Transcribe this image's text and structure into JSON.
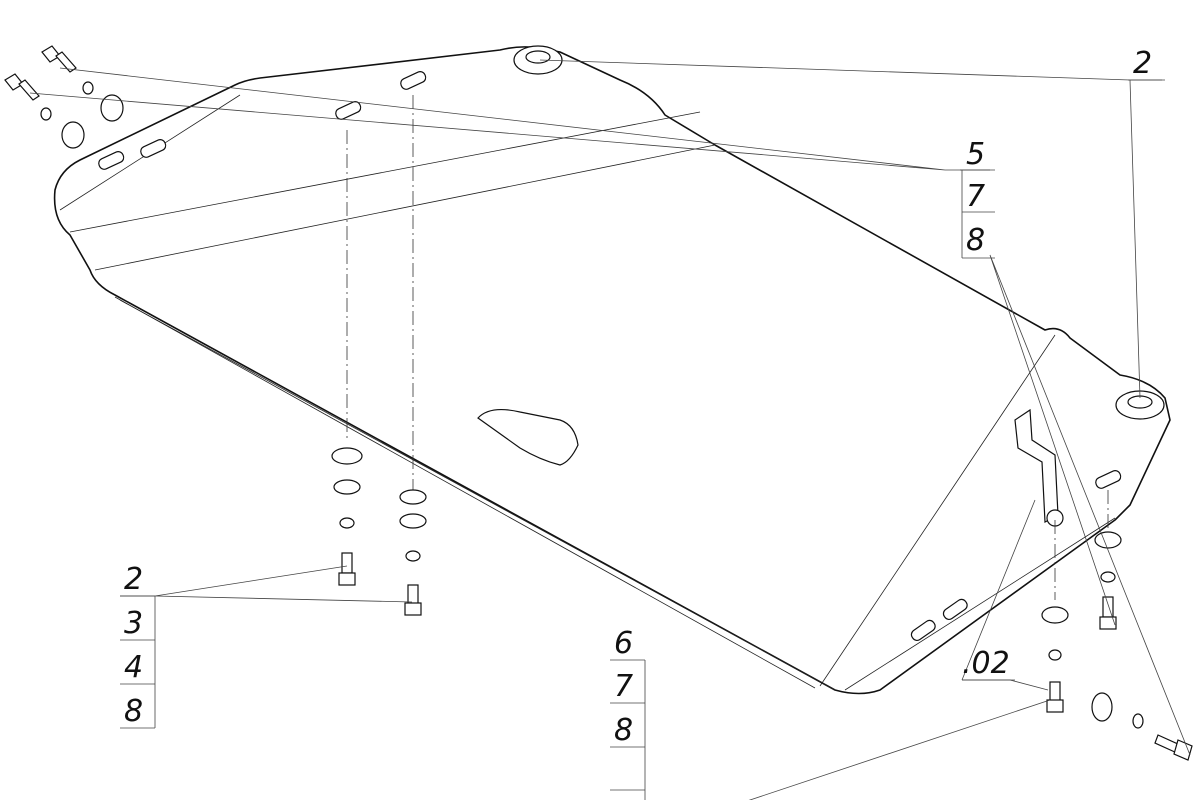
{
  "callouts": {
    "top_right": {
      "lines": [
        "2"
      ]
    },
    "middle_right": {
      "lines": [
        "5",
        "7",
        "8"
      ]
    },
    "left_bottom": {
      "lines": [
        "2",
        "3",
        "4",
        "8"
      ]
    },
    "center_bottom": {
      "lines": [
        "6",
        "7",
        "8"
      ]
    },
    "part_mark": ".02"
  }
}
